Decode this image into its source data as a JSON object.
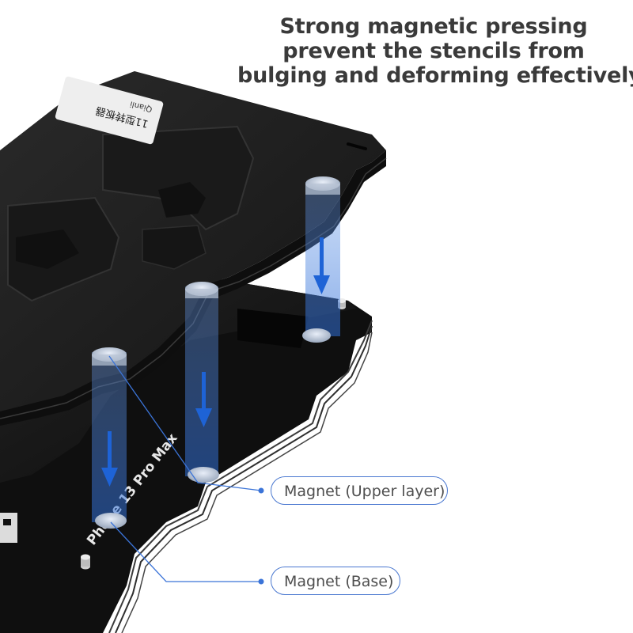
{
  "headline": {
    "line1": "Strong magnetic pressing",
    "line2": "prevent the stencils from",
    "line3": "bulging and deforming effectively"
  },
  "callouts": {
    "upper": "Magnet (Upper layer)",
    "base": "Magnet (Base)"
  },
  "product": {
    "model_label": "Phone 13 Pro Max",
    "top_label_line1": "11型转板器",
    "top_label_line2": "Qianli"
  },
  "colors": {
    "plate": "#1c1c1c",
    "accent_blue": "#2f6fd8",
    "callout_border": "#4a78d0",
    "headline_text": "#3a3a3a"
  },
  "icons": [
    "arrow-down-icon",
    "magnet-icon",
    "pin-icon"
  ]
}
